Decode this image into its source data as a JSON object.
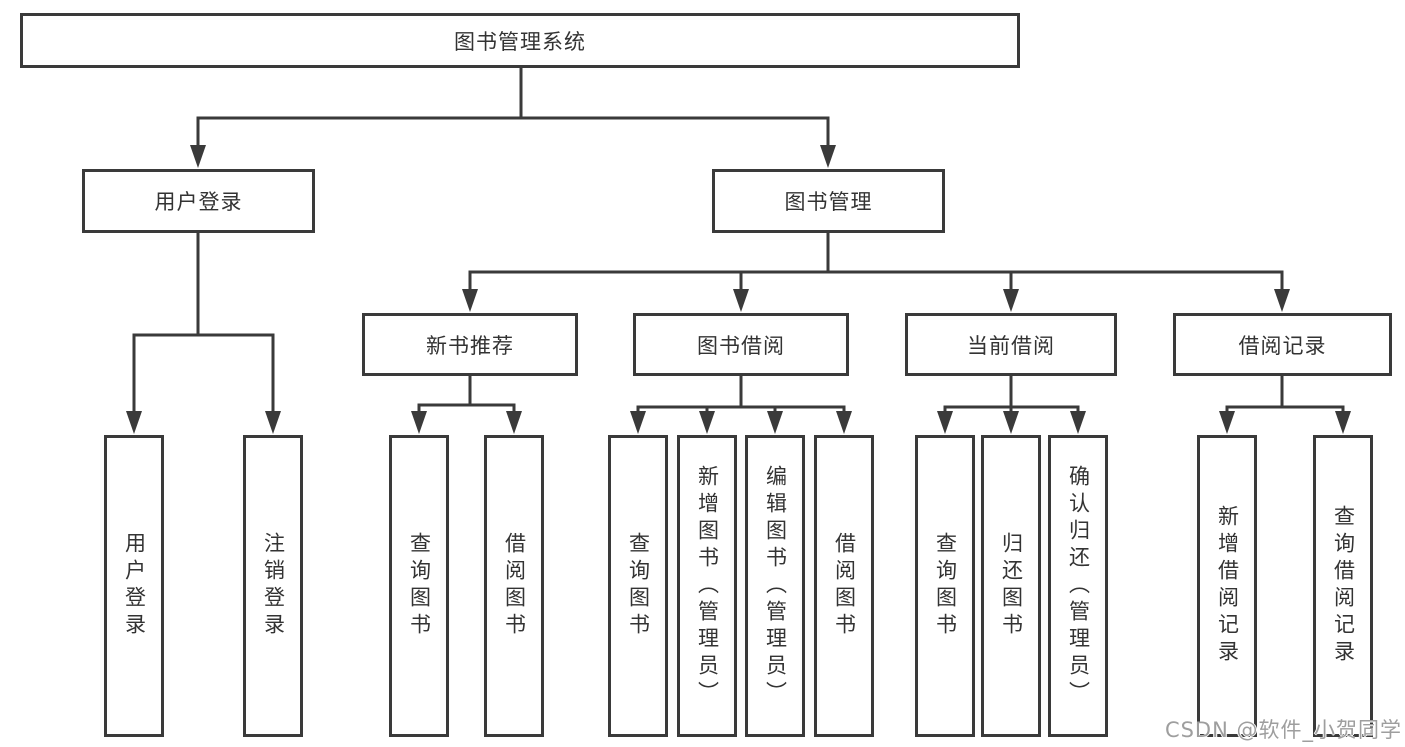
{
  "diagram": {
    "root": {
      "label": "图书管理系统"
    },
    "level2": [
      {
        "label": "用户登录"
      },
      {
        "label": "图书管理"
      }
    ],
    "level3": [
      {
        "label": "新书推荐"
      },
      {
        "label": "图书借阅"
      },
      {
        "label": "当前借阅"
      },
      {
        "label": "借阅记录"
      }
    ],
    "leaves": {
      "user_login": [
        {
          "label": "用户登录"
        },
        {
          "label": "注销登录"
        }
      ],
      "new_books": [
        {
          "label": "查询图书"
        },
        {
          "label": "借阅图书"
        }
      ],
      "borrow": [
        {
          "label": "查询图书"
        },
        {
          "label": "新增图书（管理员）"
        },
        {
          "label": "编辑图书（管理员）"
        },
        {
          "label": "借阅图书"
        }
      ],
      "current": [
        {
          "label": "查询图书"
        },
        {
          "label": "归还图书"
        },
        {
          "label": "确认归还（管理员）"
        }
      ],
      "records": [
        {
          "label": "新增借阅记录"
        },
        {
          "label": "查询借阅记录"
        }
      ]
    }
  },
  "watermark": {
    "text": "CSDN @软件_小贺同学"
  },
  "colors": {
    "line": "#3a3a3a",
    "text": "#333333",
    "watermark": "#9e9e9e",
    "background": "#ffffff"
  }
}
